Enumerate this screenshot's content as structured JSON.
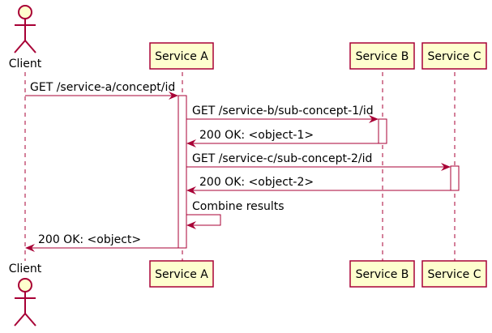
{
  "colors": {
    "stroke": "#A80036",
    "box_fill": "#FEFECE",
    "activation_fill": "#FFFFFF",
    "lifeline": "#A80036",
    "text": "#000000"
  },
  "participants": {
    "client": {
      "label": "Client",
      "kind": "actor"
    },
    "service_a": {
      "label": "Service A",
      "kind": "box"
    },
    "service_b": {
      "label": "Service B",
      "kind": "box"
    },
    "service_c": {
      "label": "Service C",
      "kind": "box"
    }
  },
  "messages": [
    {
      "label": "GET /service-a/concept/id",
      "from": "client",
      "to": "service_a"
    },
    {
      "label": "GET /service-b/sub-concept-1/id",
      "from": "service_a",
      "to": "service_b"
    },
    {
      "label": "200 OK: <object-1>",
      "from": "service_b",
      "to": "service_a"
    },
    {
      "label": "GET /service-c/sub-concept-2/id",
      "from": "service_a",
      "to": "service_c"
    },
    {
      "label": "200 OK: <object-2>",
      "from": "service_c",
      "to": "service_a"
    },
    {
      "label": "Combine results",
      "from": "service_a",
      "to": "service_a"
    },
    {
      "label": "200 OK: <object>",
      "from": "service_a",
      "to": "client"
    }
  ]
}
